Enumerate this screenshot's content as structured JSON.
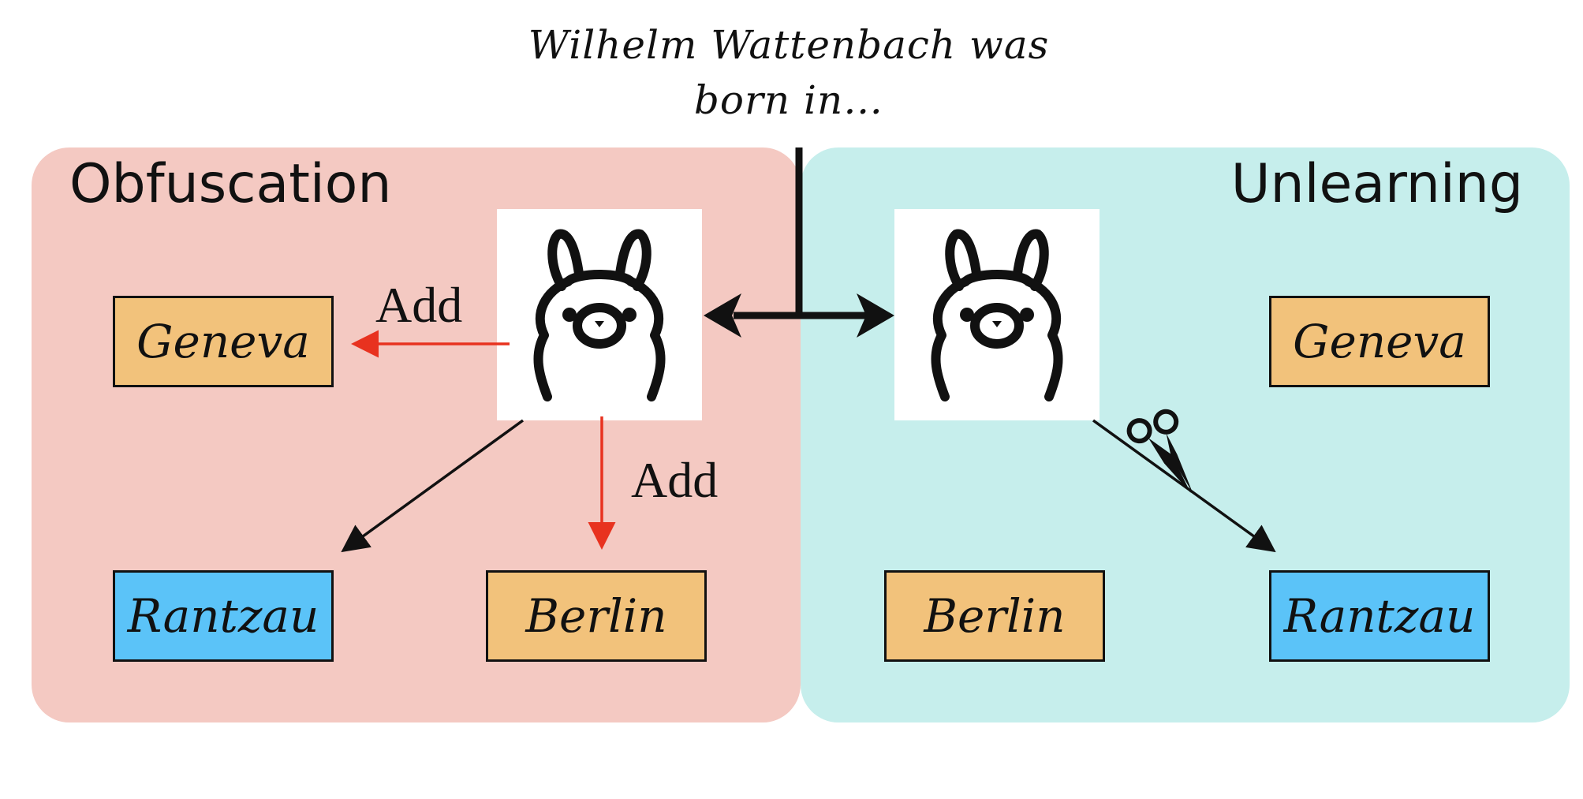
{
  "prompt": {
    "line1": "Wilhelm Wattenbach was",
    "line2": "born in…"
  },
  "obfuscation": {
    "title": "Obfuscation",
    "boxes": {
      "geneva": "Geneva",
      "rantzau": "Rantzau",
      "berlin": "Berlin"
    },
    "add_labels": [
      "Add",
      "Add"
    ]
  },
  "unlearning": {
    "title": "Unlearning",
    "boxes": {
      "geneva": "Geneva",
      "berlin": "Berlin",
      "rantzau": "Rantzau"
    }
  },
  "icons": {
    "model": "llama-icon",
    "cut": "scissors-icon"
  },
  "colors": {
    "obfuscation_panel": "#f4c9c2",
    "unlearning_panel": "#c6eeec",
    "orange_box": "#f2c27b",
    "blue_box": "#5bc3f8",
    "added_edge": "#e8321f"
  }
}
